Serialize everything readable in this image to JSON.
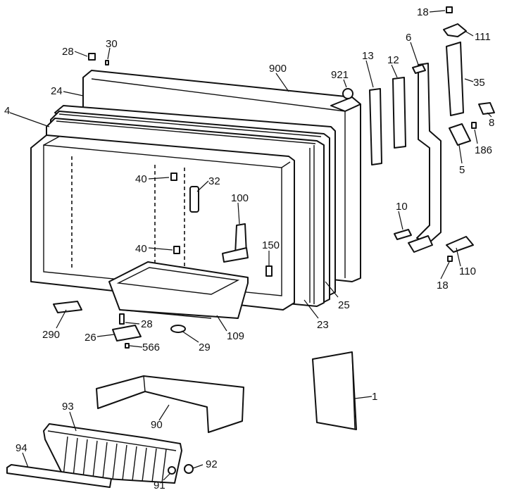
{
  "diagram": {
    "callouts": [
      {
        "id": "c18a",
        "text": "18"
      },
      {
        "id": "c111",
        "text": "111"
      },
      {
        "id": "c28a",
        "text": "28"
      },
      {
        "id": "c30",
        "text": "30"
      },
      {
        "id": "c6",
        "text": "6"
      },
      {
        "id": "c13",
        "text": "13"
      },
      {
        "id": "c12",
        "text": "12"
      },
      {
        "id": "c900",
        "text": "900"
      },
      {
        "id": "c921",
        "text": "921"
      },
      {
        "id": "c35",
        "text": "35"
      },
      {
        "id": "c24",
        "text": "24"
      },
      {
        "id": "c8",
        "text": "8"
      },
      {
        "id": "c4",
        "text": "4"
      },
      {
        "id": "c186",
        "text": "186"
      },
      {
        "id": "c5",
        "text": "5"
      },
      {
        "id": "c40a",
        "text": "40"
      },
      {
        "id": "c32",
        "text": "32"
      },
      {
        "id": "c100",
        "text": "100"
      },
      {
        "id": "c10",
        "text": "10"
      },
      {
        "id": "c40b",
        "text": "40"
      },
      {
        "id": "c150",
        "text": "150"
      },
      {
        "id": "c110",
        "text": "110"
      },
      {
        "id": "c18b",
        "text": "18"
      },
      {
        "id": "c25",
        "text": "25"
      },
      {
        "id": "c23",
        "text": "23"
      },
      {
        "id": "c290",
        "text": "290"
      },
      {
        "id": "c28b",
        "text": "28"
      },
      {
        "id": "c109",
        "text": "109"
      },
      {
        "id": "c26",
        "text": "26"
      },
      {
        "id": "c566",
        "text": "566"
      },
      {
        "id": "c29",
        "text": "29"
      },
      {
        "id": "c1",
        "text": "1"
      },
      {
        "id": "c93",
        "text": "93"
      },
      {
        "id": "c90",
        "text": "90"
      },
      {
        "id": "c94",
        "text": "94"
      },
      {
        "id": "c92",
        "text": "92"
      },
      {
        "id": "c91",
        "text": "91"
      }
    ]
  }
}
